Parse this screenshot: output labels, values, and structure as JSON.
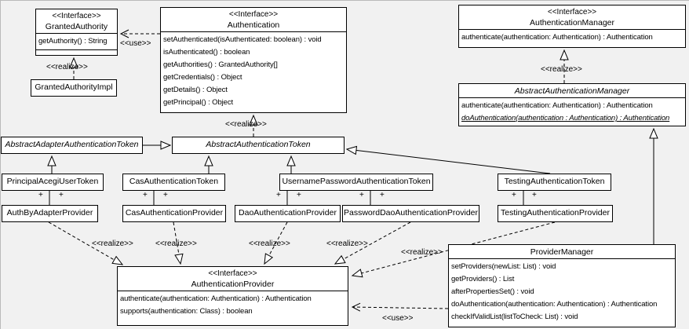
{
  "colors": {
    "canvas_bg": "#f1f1f1",
    "box_bg": "#ffffff",
    "line": "#000000"
  },
  "edge_labels": {
    "use": "<<use>>",
    "realize": "<<realize>>",
    "plus": "+"
  },
  "classes": {
    "granted_authority": {
      "stereotype": "<<Interface>>",
      "name": "GrantedAuthority",
      "methods": [
        "getAuthority() : String"
      ]
    },
    "granted_authority_impl": {
      "name": "GrantedAuthorityImpl"
    },
    "authentication": {
      "stereotype": "<<Interface>>",
      "name": "Authentication",
      "methods": [
        "setAuthenticated(isAuthenticated: boolean) : void",
        "isAuthenticated() : boolean",
        "getAuthorities() : GrantedAuthority[]",
        "getCredentials() : Object",
        "getDetails() : Object",
        "getPrincipal() : Object"
      ]
    },
    "authentication_manager": {
      "stereotype": "<<Interface>>",
      "name": "AuthenticationManager",
      "methods": [
        "authenticate(authentication: Authentication) : Authentication"
      ]
    },
    "abstract_authentication_manager": {
      "name": "AbstractAuthenticationManager",
      "methods": [
        "authenticate(authentication: Authentication) : Authentication",
        "doAuthentication(authentication : Authentication) : Authentication"
      ]
    },
    "abstract_adapter_authentication_token": {
      "name": "AbstractAdapterAuthenticationToken"
    },
    "abstract_authentication_token": {
      "name": "AbstractAuthenticationToken"
    },
    "principal_acegi_user_token": {
      "name": "PrincipalAcegiUserToken"
    },
    "cas_authentication_token": {
      "name": "CasAuthenticationToken"
    },
    "username_password_authentication_token": {
      "name": "UsernamePasswordAuthenticationToken"
    },
    "testing_authentication_token": {
      "name": "TestingAuthenticationToken"
    },
    "auth_by_adapter_provider": {
      "name": "AuthByAdapterProvider"
    },
    "cas_authentication_provider": {
      "name": "CasAuthenticationProvider"
    },
    "dao_authentication_provider": {
      "name": "DaoAuthenticationProvider"
    },
    "password_dao_authentication_provider": {
      "name": "PasswordDaoAuthenticationProvider"
    },
    "testing_authentication_provider": {
      "name": "TestingAuthenticationProvider"
    },
    "authentication_provider": {
      "stereotype": "<<Interface>>",
      "name": "AuthenticationProvider",
      "methods": [
        "authenticate(authentication: Authentication) : Authentication",
        "supports(authentication: Class) : boolean"
      ]
    },
    "provider_manager": {
      "name": "ProviderManager",
      "methods": [
        "setProviders(newList: List) : void",
        "getProviders() : List",
        "afterPropertiesSet() : void",
        "doAuthentication(authentication: Authentication) : Authentication",
        "checkIfValidList(listToCheck: List) : void"
      ]
    }
  }
}
